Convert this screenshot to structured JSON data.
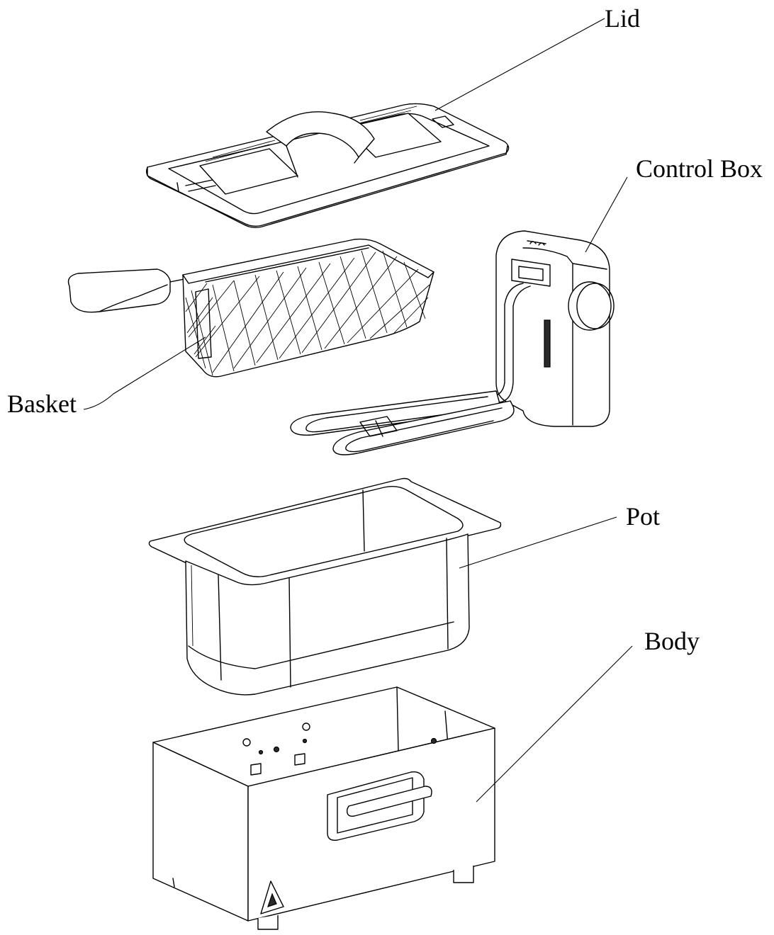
{
  "labels": {
    "lid": "Lid",
    "control_box": "Control Box",
    "basket": "Basket",
    "pot": "Pot",
    "body": "Body"
  },
  "colors": {
    "line": "#000000",
    "background": "#ffffff"
  }
}
